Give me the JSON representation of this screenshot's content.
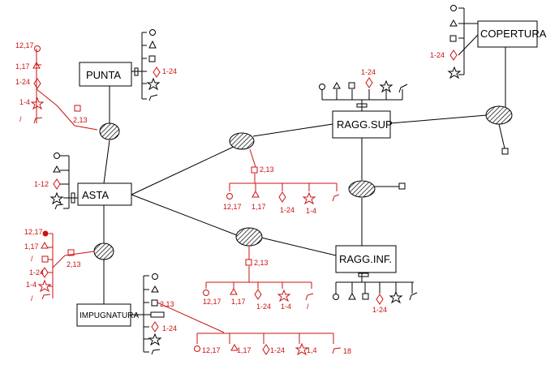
{
  "entities": {
    "punta": "PUNTA",
    "asta": "ASTA",
    "impugnatura": "IMPUGNATURA",
    "copertura": "COPERTURA",
    "ragg_sup": "RAGG.SUP",
    "ragg_inf": "RAGG.INF."
  },
  "labels": {
    "l_12_17": "12,17",
    "l_1_17": "1,17",
    "l_1_24": "1-24",
    "l_1_4": "1-4",
    "l_2_13": "2,13",
    "l_1_12": "1-12",
    "l_1_4_comma": "1,4",
    "l_18": "18",
    "slash": "/"
  },
  "colors": {
    "line": "#000000",
    "annotation": "#cc1111"
  }
}
